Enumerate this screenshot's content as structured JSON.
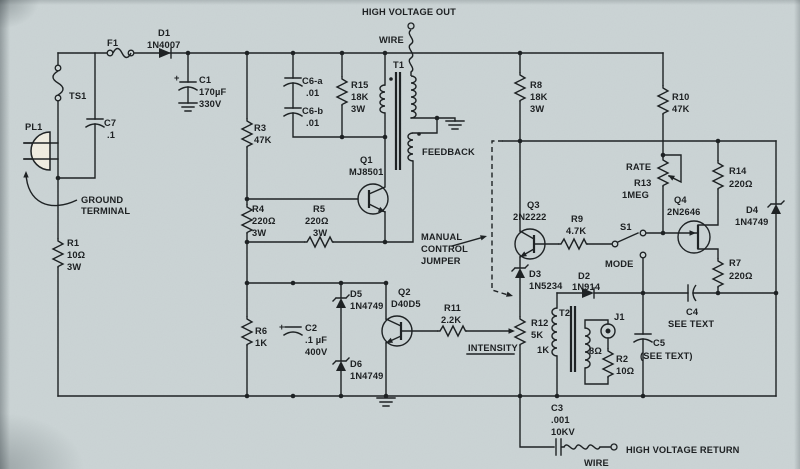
{
  "meta": {
    "description": "Scanned schematic of a high-voltage generator circuit"
  },
  "colors": {
    "paper": "#ccd5d6",
    "ink": "#1c2022",
    "plug_fill": "#f1eee2"
  },
  "annotations": {
    "high_voltage_out": "HIGH VOLTAGE OUT",
    "wire_top": "WIRE",
    "wire_bottom": "WIRE",
    "high_voltage_return": "HIGH VOLTAGE RETURN",
    "ground_terminal_1": "GROUND",
    "ground_terminal_2": "TERMINAL",
    "feedback": "FEEDBACK",
    "manual_1": "MANUAL",
    "manual_2": "CONTROL",
    "manual_3": "JUMPER",
    "intensity": "INTENSITY",
    "rate": "RATE",
    "mode": "MODE"
  },
  "components": {
    "pl1": {
      "ref": "PL1"
    },
    "ts1": {
      "ref": "TS1"
    },
    "f1": {
      "ref": "F1"
    },
    "d1": {
      "ref": "D1",
      "v1": "1N4007"
    },
    "c1": {
      "ref": "C1",
      "v1": "170µF",
      "v2": "330V",
      "pol": "+"
    },
    "c7": {
      "ref": "C7",
      "v1": ".1"
    },
    "r1": {
      "ref": "R1",
      "v1": "10Ω",
      "v2": "3W"
    },
    "r3": {
      "ref": "R3",
      "v1": "47K"
    },
    "c6a": {
      "ref": "C6-a",
      "v1": ".01"
    },
    "c6b": {
      "ref": "C6-b",
      "v1": ".01"
    },
    "r15": {
      "ref": "R15",
      "v1": "18K",
      "v2": "3W"
    },
    "t1": {
      "ref": "T1"
    },
    "q1": {
      "ref": "Q1",
      "v1": "MJ8501"
    },
    "r4": {
      "ref": "R4",
      "v1": "220Ω",
      "v2": "3W"
    },
    "r5": {
      "ref": "R5",
      "v1": "220Ω",
      "v2": "3W"
    },
    "r6": {
      "ref": "R6",
      "v1": "1K"
    },
    "c2": {
      "ref": "C2",
      "v1": ".1 µF",
      "v2": "400V",
      "pol": "+"
    },
    "d5": {
      "ref": "D5",
      "v1": "1N4749"
    },
    "d6": {
      "ref": "D6",
      "v1": "1N4749"
    },
    "q2": {
      "ref": "Q2",
      "v1": "D40D5"
    },
    "r11": {
      "ref": "R11",
      "v1": "2.2K"
    },
    "r8": {
      "ref": "R8",
      "v1": "18K",
      "v2": "3W"
    },
    "r10": {
      "ref": "R10",
      "v1": "47K"
    },
    "q3": {
      "ref": "Q3",
      "v1": "2N2222"
    },
    "r9": {
      "ref": "R9",
      "v1": "4.7K"
    },
    "d3": {
      "ref": "D3",
      "v1": "1N5234"
    },
    "d2": {
      "ref": "D2",
      "v1": "1N914"
    },
    "s1": {
      "ref": "S1"
    },
    "r12": {
      "ref": "R12",
      "v1": "5K"
    },
    "t2": {
      "ref": "T2",
      "v1": "1K",
      "v2": "8Ω"
    },
    "j1": {
      "ref": "J1"
    },
    "r2": {
      "ref": "R2",
      "v1": "10Ω"
    },
    "c5": {
      "ref": "C5",
      "v1": "(SEE TEXT)"
    },
    "c4": {
      "ref": "C4",
      "v1": "SEE TEXT"
    },
    "r13": {
      "ref": "R13",
      "v1": "1MEG"
    },
    "q4": {
      "ref": "Q4",
      "v1": "2N2646"
    },
    "r14": {
      "ref": "R14",
      "v1": "220Ω"
    },
    "d4": {
      "ref": "D4",
      "v1": "1N4749"
    },
    "r7": {
      "ref": "R7",
      "v1": "220Ω"
    },
    "c3": {
      "ref": "C3",
      "v1": ".001",
      "v2": "10KV"
    }
  }
}
